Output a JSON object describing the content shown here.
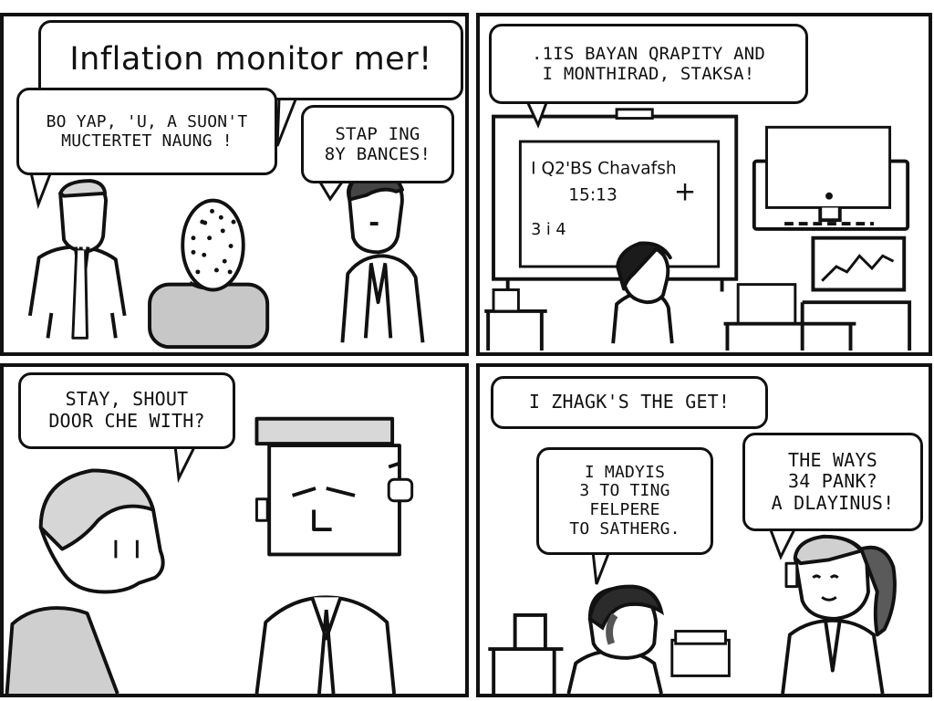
{
  "panels": [
    {
      "name": "panel-1",
      "bubbles": [
        {
          "name": "bubble-title",
          "text": "Inflation monitor mer!"
        },
        {
          "name": "bubble-left-speaker",
          "text": "BO YAP, 'U, A SUON'T\nMUCTERTET NAUNG !"
        },
        {
          "name": "bubble-right-speaker",
          "text": "STAP ING\n8Y BANCES!"
        }
      ]
    },
    {
      "name": "panel-2",
      "bubbles": [
        {
          "name": "bubble-panel2-top",
          "text": ".1IS BAYAN QRAPITY AND\nI MONTHIRAD, STAKSA!"
        }
      ],
      "whiteboard_lines": [
        "I Q2'BS Chavafsh",
        "15:13",
        "+",
        "3 i\n4"
      ]
    },
    {
      "name": "panel-3",
      "bubbles": [
        {
          "name": "bubble-panel3",
          "text": "STAY, SHOUT\nDOOR CHE WITH?"
        }
      ]
    },
    {
      "name": "panel-4",
      "bubbles": [
        {
          "name": "bubble-panel4-top",
          "text": "I ZHAGK'S THE GET!"
        },
        {
          "name": "bubble-panel4-left",
          "text": "I MADYIS\n3 TO TING\nFELPERE\nTO SATHERG."
        },
        {
          "name": "bubble-panel4-right",
          "text": "THE WAYS\n34 PANK?\nA DLAYINUS!"
        }
      ]
    }
  ]
}
